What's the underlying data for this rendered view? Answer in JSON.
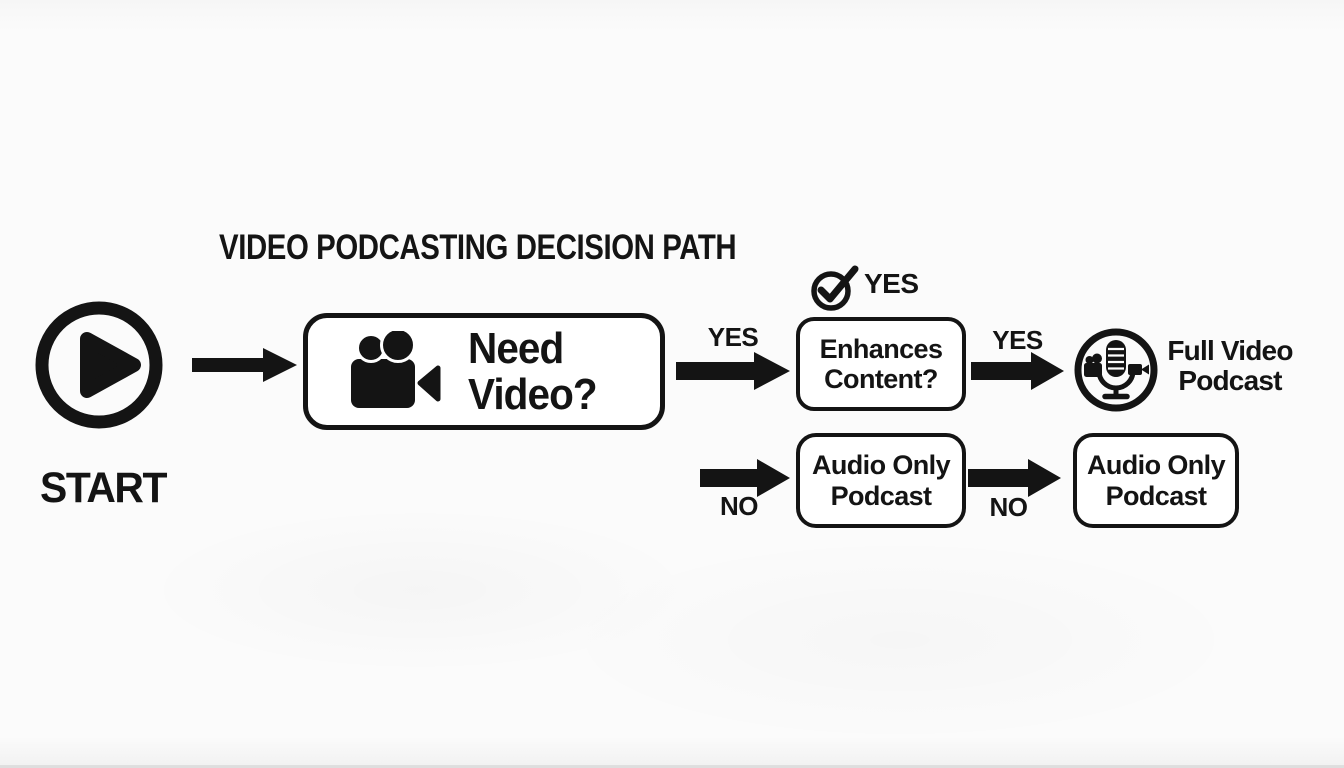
{
  "title": "VIDEO PODCASTING DECISION PATH",
  "colors": {
    "ink": "#141414",
    "background": "#fbfbfb"
  },
  "start": {
    "label": "START",
    "icon": "play-circle-icon"
  },
  "nodes": {
    "need_video": {
      "lines": [
        "Need",
        "Video?"
      ],
      "icon": "movie-camera-icon"
    },
    "enhances_content": {
      "lines": [
        "Enhances",
        "Content?"
      ]
    },
    "audio_only_left": {
      "lines": [
        "Audio Only",
        "Podcast"
      ]
    },
    "audio_only_right": {
      "lines": [
        "Audio Only",
        "Podcast"
      ]
    },
    "full_video": {
      "lines": [
        "Full Video",
        "Podcast"
      ],
      "icon": "video-podcast-mic-icon"
    }
  },
  "edges": {
    "need_video_yes": {
      "label": "YES"
    },
    "need_video_no": {
      "label": "NO"
    },
    "enhances_badge": {
      "label": "YES",
      "icon": "check-circle-icon"
    },
    "enhances_yes": {
      "label": "YES"
    },
    "enhances_no": {
      "label": "NO"
    }
  }
}
